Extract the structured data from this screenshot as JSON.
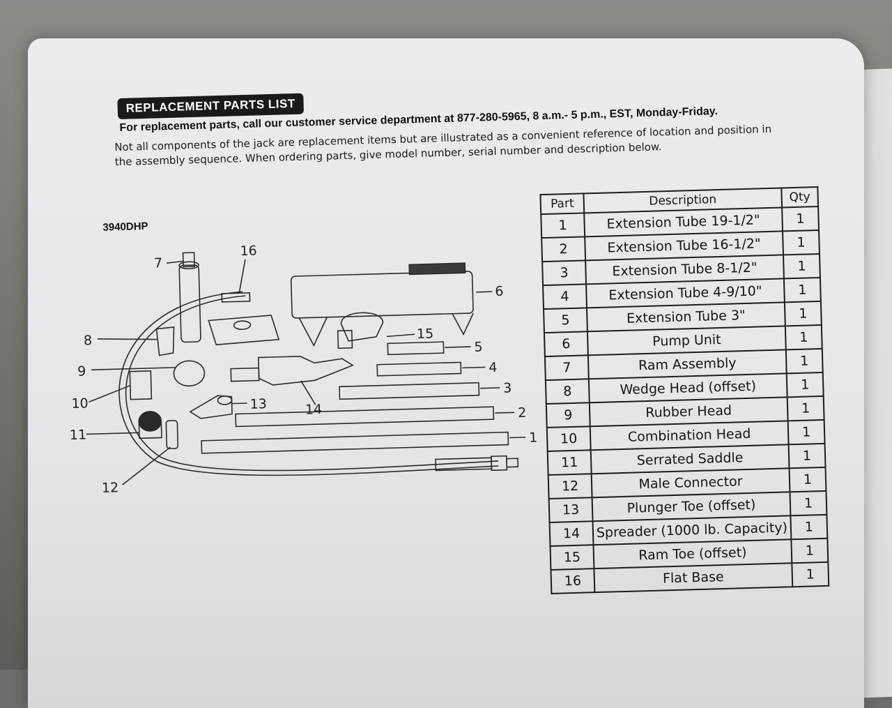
{
  "section_title": "REPLACEMENT PARTS LIST",
  "service_line": "For replacement parts, call our customer service department at 877-280-5965,  8 a.m.- 5 p.m., EST, Monday-Friday.",
  "intro_paragraph": "Not all components of the jack are replacement items but are illustrated as a convenient reference of location and position in the assembly sequence.  When ordering parts, give model number, serial number and description below.",
  "model_number": "3940DHP",
  "table": {
    "headers": {
      "part": "Part",
      "description": "Description",
      "qty": "Qty"
    },
    "rows": [
      {
        "part": "1",
        "description": "Extension Tube 19-1/2\"",
        "qty": "1"
      },
      {
        "part": "2",
        "description": "Extension Tube 16-1/2\"",
        "qty": "1"
      },
      {
        "part": "3",
        "description": "Extension Tube 8-1/2\"",
        "qty": "1"
      },
      {
        "part": "4",
        "description": "Extension Tube  4-9/10\"",
        "qty": "1"
      },
      {
        "part": "5",
        "description": "Extension Tube 3\"",
        "qty": "1"
      },
      {
        "part": "6",
        "description": "Pump Unit",
        "qty": "1"
      },
      {
        "part": "7",
        "description": "Ram Assembly",
        "qty": "1"
      },
      {
        "part": "8",
        "description": "Wedge Head (offset)",
        "qty": "1"
      },
      {
        "part": "9",
        "description": "Rubber Head",
        "qty": "1"
      },
      {
        "part": "10",
        "description": "Combination Head",
        "qty": "1"
      },
      {
        "part": "11",
        "description": "Serrated Saddle",
        "qty": "1"
      },
      {
        "part": "12",
        "description": "Male Connector",
        "qty": "1"
      },
      {
        "part": "13",
        "description": "Plunger Toe (offset)",
        "qty": "1"
      },
      {
        "part": "14",
        "description": "Spreader (1000 lb. Capacity)",
        "qty": "1"
      },
      {
        "part": "15",
        "description": "Ram Toe (offset)",
        "qty": "1"
      },
      {
        "part": "16",
        "description": "Flat Base",
        "qty": "1"
      }
    ]
  },
  "callouts": {
    "c1": "1",
    "c2": "2",
    "c3": "3",
    "c4": "4",
    "c5": "5",
    "c6": "6",
    "c7": "7",
    "c8": "8",
    "c9": "9",
    "c10": "10",
    "c11": "11",
    "c12": "12",
    "c13": "13",
    "c14": "14",
    "c15": "15",
    "c16": "16"
  },
  "colors": {
    "ink": "#1a1a1a",
    "paper": "#e8e8ea",
    "pill": "#1a1a1a"
  }
}
